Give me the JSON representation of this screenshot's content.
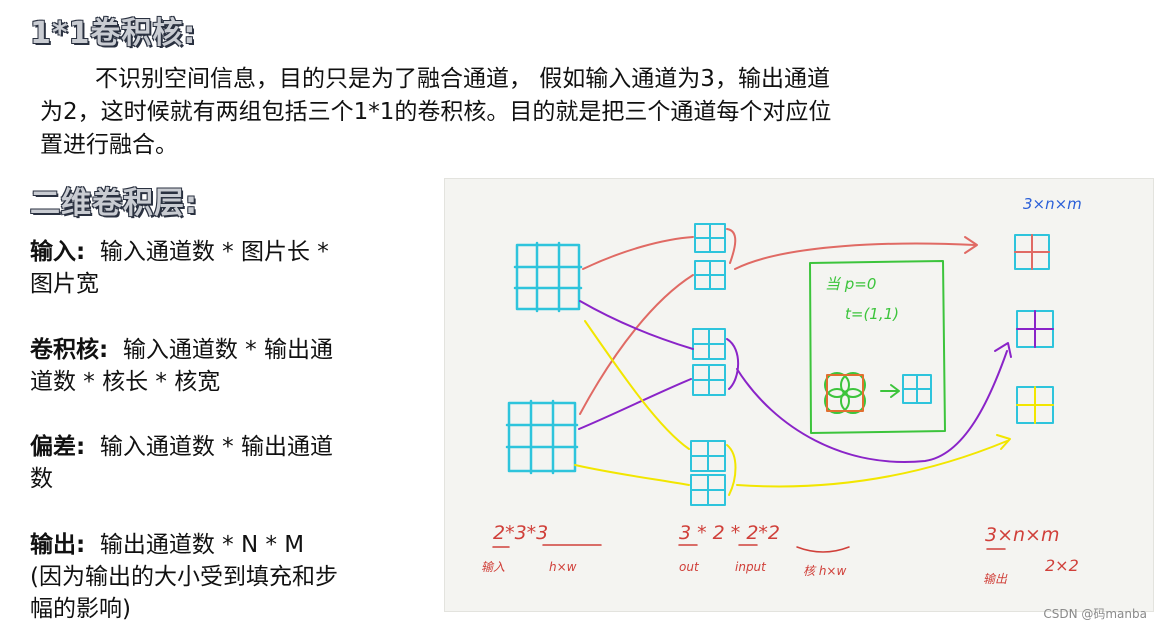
{
  "section1": {
    "title": "1*1卷积核:",
    "para_line1": "不识别空间信息，目的只是为了融合通道，  假如输入通道为3，输出通道",
    "para_line2": "为2，这时候就有两组包括三个1*1的卷积核。目的就是把三个通道每个对应位",
    "para_line3": "置进行融合。"
  },
  "section2": {
    "title": "二维卷积层:",
    "input_label": "输入:",
    "input_line1": "输入通道数 * 图片长 *",
    "input_line2": "图片宽",
    "kernel_label": "卷积核:",
    "kernel_line1": "输入通道数 * 输出通",
    "kernel_line2": "道数 * 核长 * 核宽",
    "bias_label": "偏差:",
    "bias_line1": "输入通道数 * 输出通道",
    "bias_line2": "数",
    "output_label": "输出:",
    "output_line1": "输出通道数 * N * M",
    "output_line2": "(因为输出的大小受到填充和步",
    "output_line3": "幅的影响)"
  },
  "diagram": {
    "top_right": "3×n×m",
    "box_line1": "当 p=0",
    "box_line2": "t=(1,1)",
    "bottom_left_formula": "2*3*3",
    "bottom_left_sub1": "输入",
    "bottom_left_sub2": "h×w",
    "bottom_mid_formula": "3 * 2 * 2*2",
    "bottom_mid_sub1": "out",
    "bottom_mid_sub2": "input",
    "bottom_mid_sub3": "核 h×w",
    "bottom_right_formula": "3×n×m",
    "bottom_right_sub1": "输出",
    "bottom_right_sub2": "2×2"
  },
  "watermark": "CSDN @码manba",
  "colors": {
    "cyan": "#2ec4dc",
    "red": "#e06a64",
    "purple": "#8a24c8",
    "yellow": "#f2e600",
    "green": "#3cc43c",
    "ink": "#d0403a"
  }
}
